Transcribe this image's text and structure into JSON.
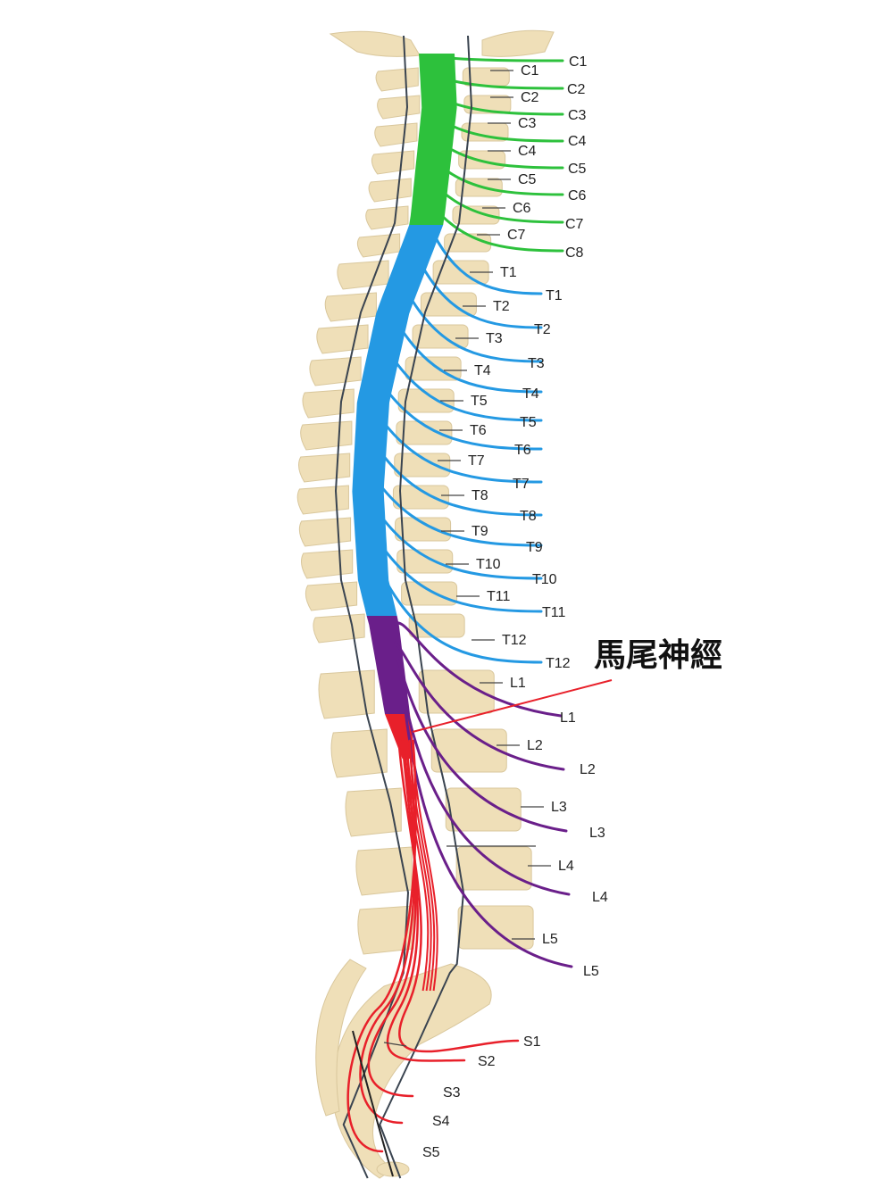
{
  "title": "馬尾神經",
  "colors": {
    "cervical": "#2dc13c",
    "thoracic": "#2499e3",
    "lumbar": "#6a1f8a",
    "sacral": "#e8202a",
    "bone": "#efdfb8",
    "bone_edge": "#d9c79c",
    "cord_outline": "#3a4450"
  },
  "vertebra_labels": [
    "C1",
    "C2",
    "C3",
    "C4",
    "C5",
    "C6",
    "C7",
    "T1",
    "T2",
    "T3",
    "T4",
    "T5",
    "T6",
    "T7",
    "T8",
    "T9",
    "T10",
    "T11",
    "T12",
    "L1",
    "L2",
    "L3",
    "L4",
    "L5"
  ],
  "nerve_labels": {
    "cervical": [
      "C1",
      "C2",
      "C3",
      "C4",
      "C5",
      "C6",
      "C7",
      "C8"
    ],
    "thoracic": [
      "T1",
      "T2",
      "T3",
      "T4",
      "T5",
      "T6",
      "T7",
      "T8",
      "T9",
      "T10",
      "T11",
      "T12"
    ],
    "lumbar": [
      "L1",
      "L2",
      "L3",
      "L4",
      "L5"
    ],
    "sacral": [
      "S1",
      "S2",
      "S3",
      "S4",
      "S5"
    ]
  }
}
